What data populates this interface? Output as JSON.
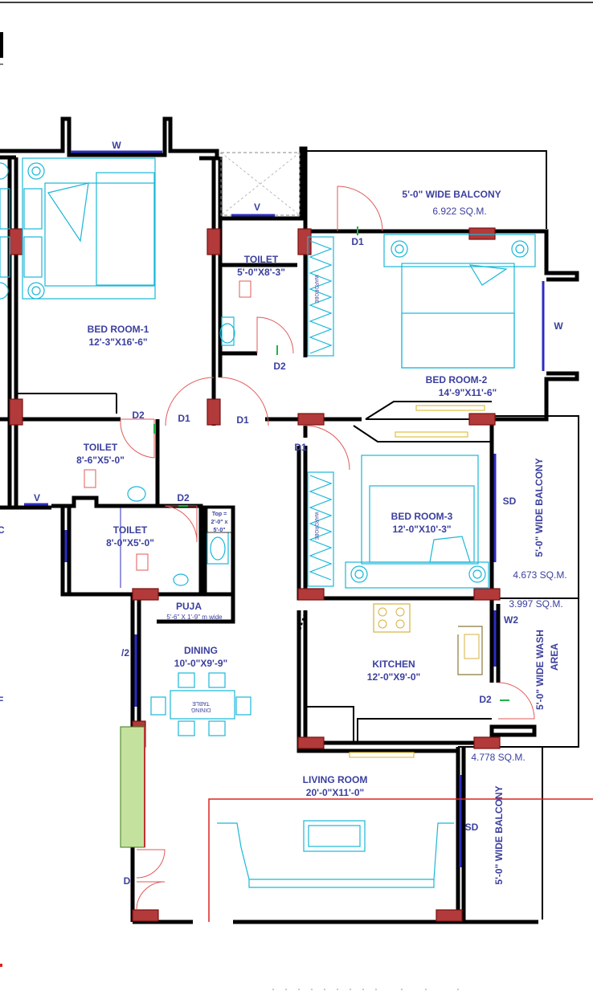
{
  "rooms": {
    "bed1": {
      "name": "BED ROOM-1",
      "size": "12'-3\"X16'-6\""
    },
    "bed2": {
      "name": "BED ROOM-2",
      "size": "14'-9\"X11'-6\""
    },
    "bed3": {
      "name": "BED ROOM-3",
      "size": "12'-0\"X10'-3\""
    },
    "toilet_top": {
      "name": "TOILET",
      "size": "5'-0\"X8'-3\""
    },
    "toilet_left": {
      "name": "TOILET",
      "size": "8'-6\"X5'-0\""
    },
    "toilet_mid": {
      "name": "TOILET",
      "size": "8'-0\"X5'-0\""
    },
    "puja": {
      "name": "PUJA",
      "size": "5'-6\" X 1'-9\" m wide"
    },
    "dining": {
      "name": "DINING",
      "size": "10'-0\"X9'-9\""
    },
    "kitchen": {
      "name": "KITCHEN",
      "size": "12'-0\"X9'-0\""
    },
    "living": {
      "name": "LIVING ROOM",
      "size": "20'-0\"X11'-0\""
    }
  },
  "balconies": {
    "top": {
      "name": "5'-0\" WIDE BALCONY",
      "area": "6.922 SQ.M."
    },
    "right_mid": {
      "name": "5'-0\" WIDE BALCONY",
      "area": "4.673 SQ.M."
    },
    "wash": {
      "name": "5'-0\" WIDE WASH AREA",
      "area": "3.997 SQ.M."
    },
    "right_low": {
      "name": "5'-0\" WIDE BALCONY",
      "area": "4.778 SQ.M."
    }
  },
  "fixtures": {
    "wardrobe": "WARDROBE",
    "table": "TABLE",
    "dining": "DINING",
    "top_note": [
      "Top =",
      "2'-0\" x",
      "5'-0\""
    ]
  },
  "openings": {
    "w": "W",
    "v": "V",
    "d": "D",
    "d1": "D1",
    "d2": "D2",
    "sd": "SD",
    "w2": "W2",
    "slash2": "/2"
  },
  "edge_fragments": {
    "c": "C",
    "f": "F"
  }
}
